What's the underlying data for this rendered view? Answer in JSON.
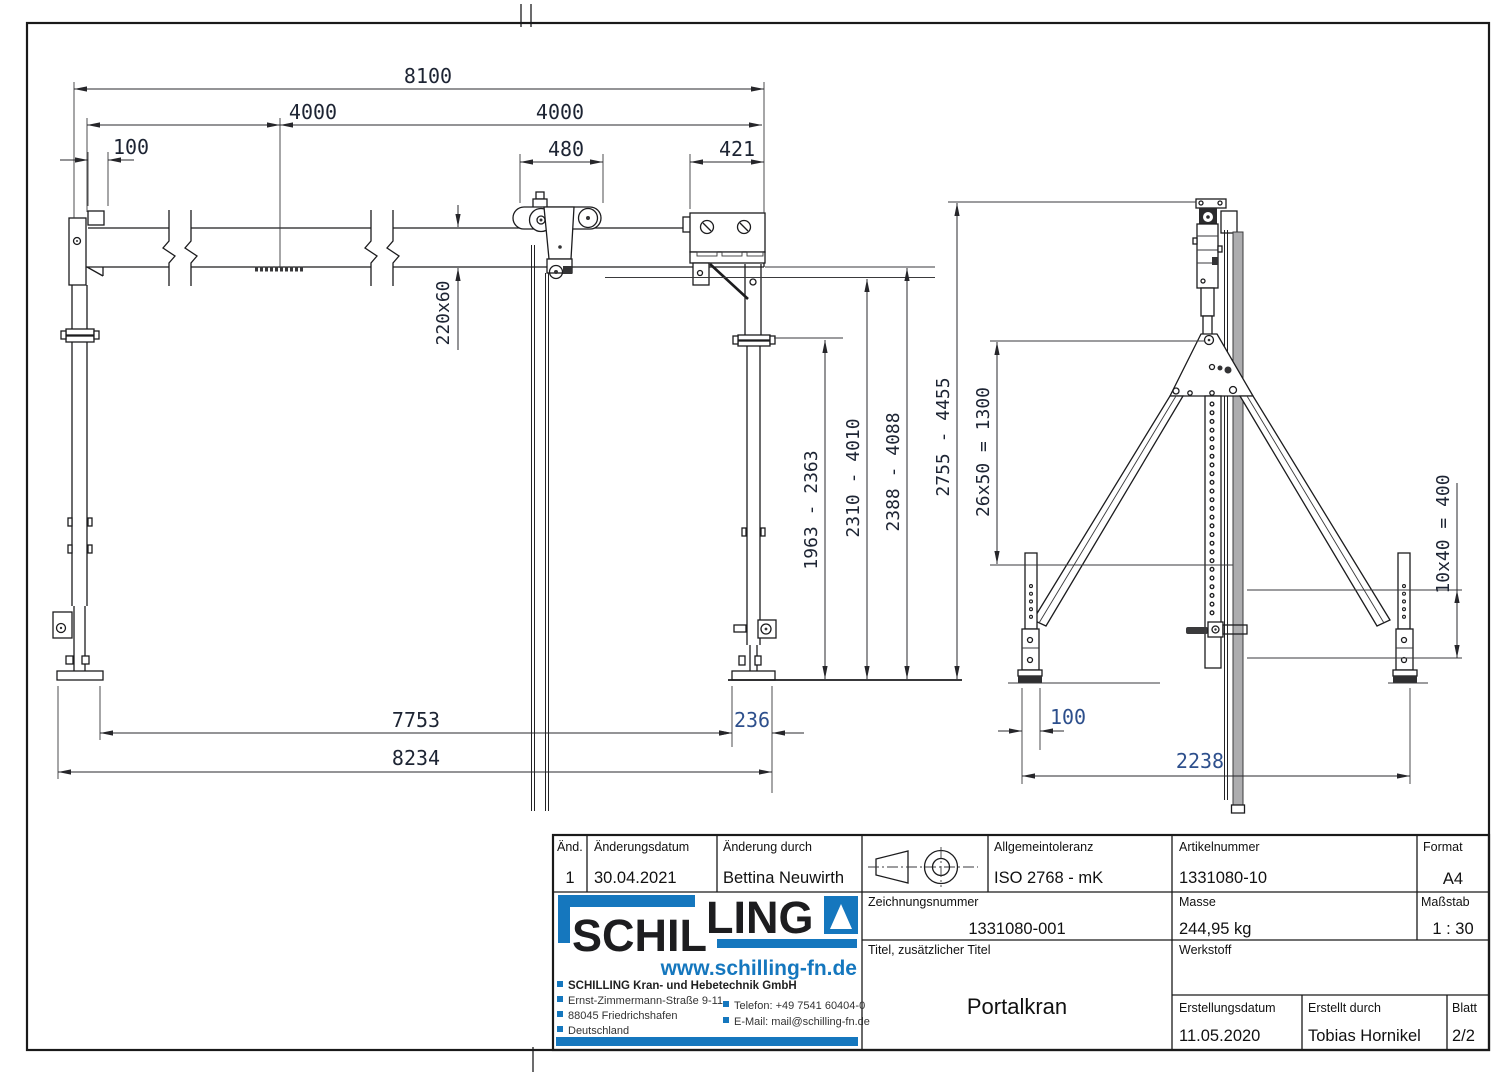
{
  "doc_type": "technical-drawing",
  "dims": {
    "d8100": "8100",
    "d4000a": "4000",
    "d4000b": "4000",
    "d100": "100",
    "d480": "480",
    "d421": "421",
    "d220": "220x60",
    "d1963": "1963 - 2363",
    "d2310": "2310 - 4010",
    "d2388": "2388 - 4088",
    "d2755": "2755 - 4455",
    "d26x50": "26x50 = 1300",
    "d7753": "7753",
    "d236": "236",
    "d8234": "8234",
    "d100r": "100",
    "d2238": "2238",
    "d10x40": "10x40 = 400"
  },
  "tb": {
    "rev_no": {
      "label": "Änd.",
      "value": "1"
    },
    "rev_date": {
      "label": "Änderungsdatum",
      "value": "30.04.2021"
    },
    "rev_by": {
      "label": "Änderung durch",
      "value": "Bettina Neuwirth"
    },
    "tolerance": {
      "label": "Allgemeintoleranz",
      "value": "ISO 2768 - mK"
    },
    "article": {
      "label": "Artikelnummer",
      "value": "1331080-10"
    },
    "format": {
      "label": "Format",
      "value": "A4"
    },
    "drawing_no": {
      "label": "Zeichnungsnummer",
      "value": "1331080-001"
    },
    "mass": {
      "label": "Masse",
      "value": "244,95 kg"
    },
    "scale": {
      "label": "Maßstab",
      "value": "1 : 30"
    },
    "title": {
      "label": "Titel, zusätzlicher Titel",
      "value": "Portalkran"
    },
    "material": {
      "label": "Werkstoff",
      "value": ""
    },
    "created": {
      "label": "Erstellungsdatum",
      "value": "11.05.2020"
    },
    "author": {
      "label": "Erstellt durch",
      "value": "Tobias Hornikel"
    },
    "sheet": {
      "label": "Blatt",
      "value": "2/2"
    }
  },
  "logo": {
    "part1": "SCHIL",
    "part2": "LING",
    "website": "www.schilling-fn.de",
    "company": "SCHILLING Kran- und Hebetechnik GmbH",
    "street": "Ernst-Zimmermann-Straße 9-11",
    "city": "88045 Friedrichshafen",
    "country": "Deutschland",
    "phone": "Telefon: +49 7541 60404-0",
    "email": "E-Mail: mail@schilling-fn.de"
  },
  "colors": {
    "brand_blue": "#1577be",
    "dim_highlight": "#2d4f8c",
    "line": "#1c1c1e"
  }
}
